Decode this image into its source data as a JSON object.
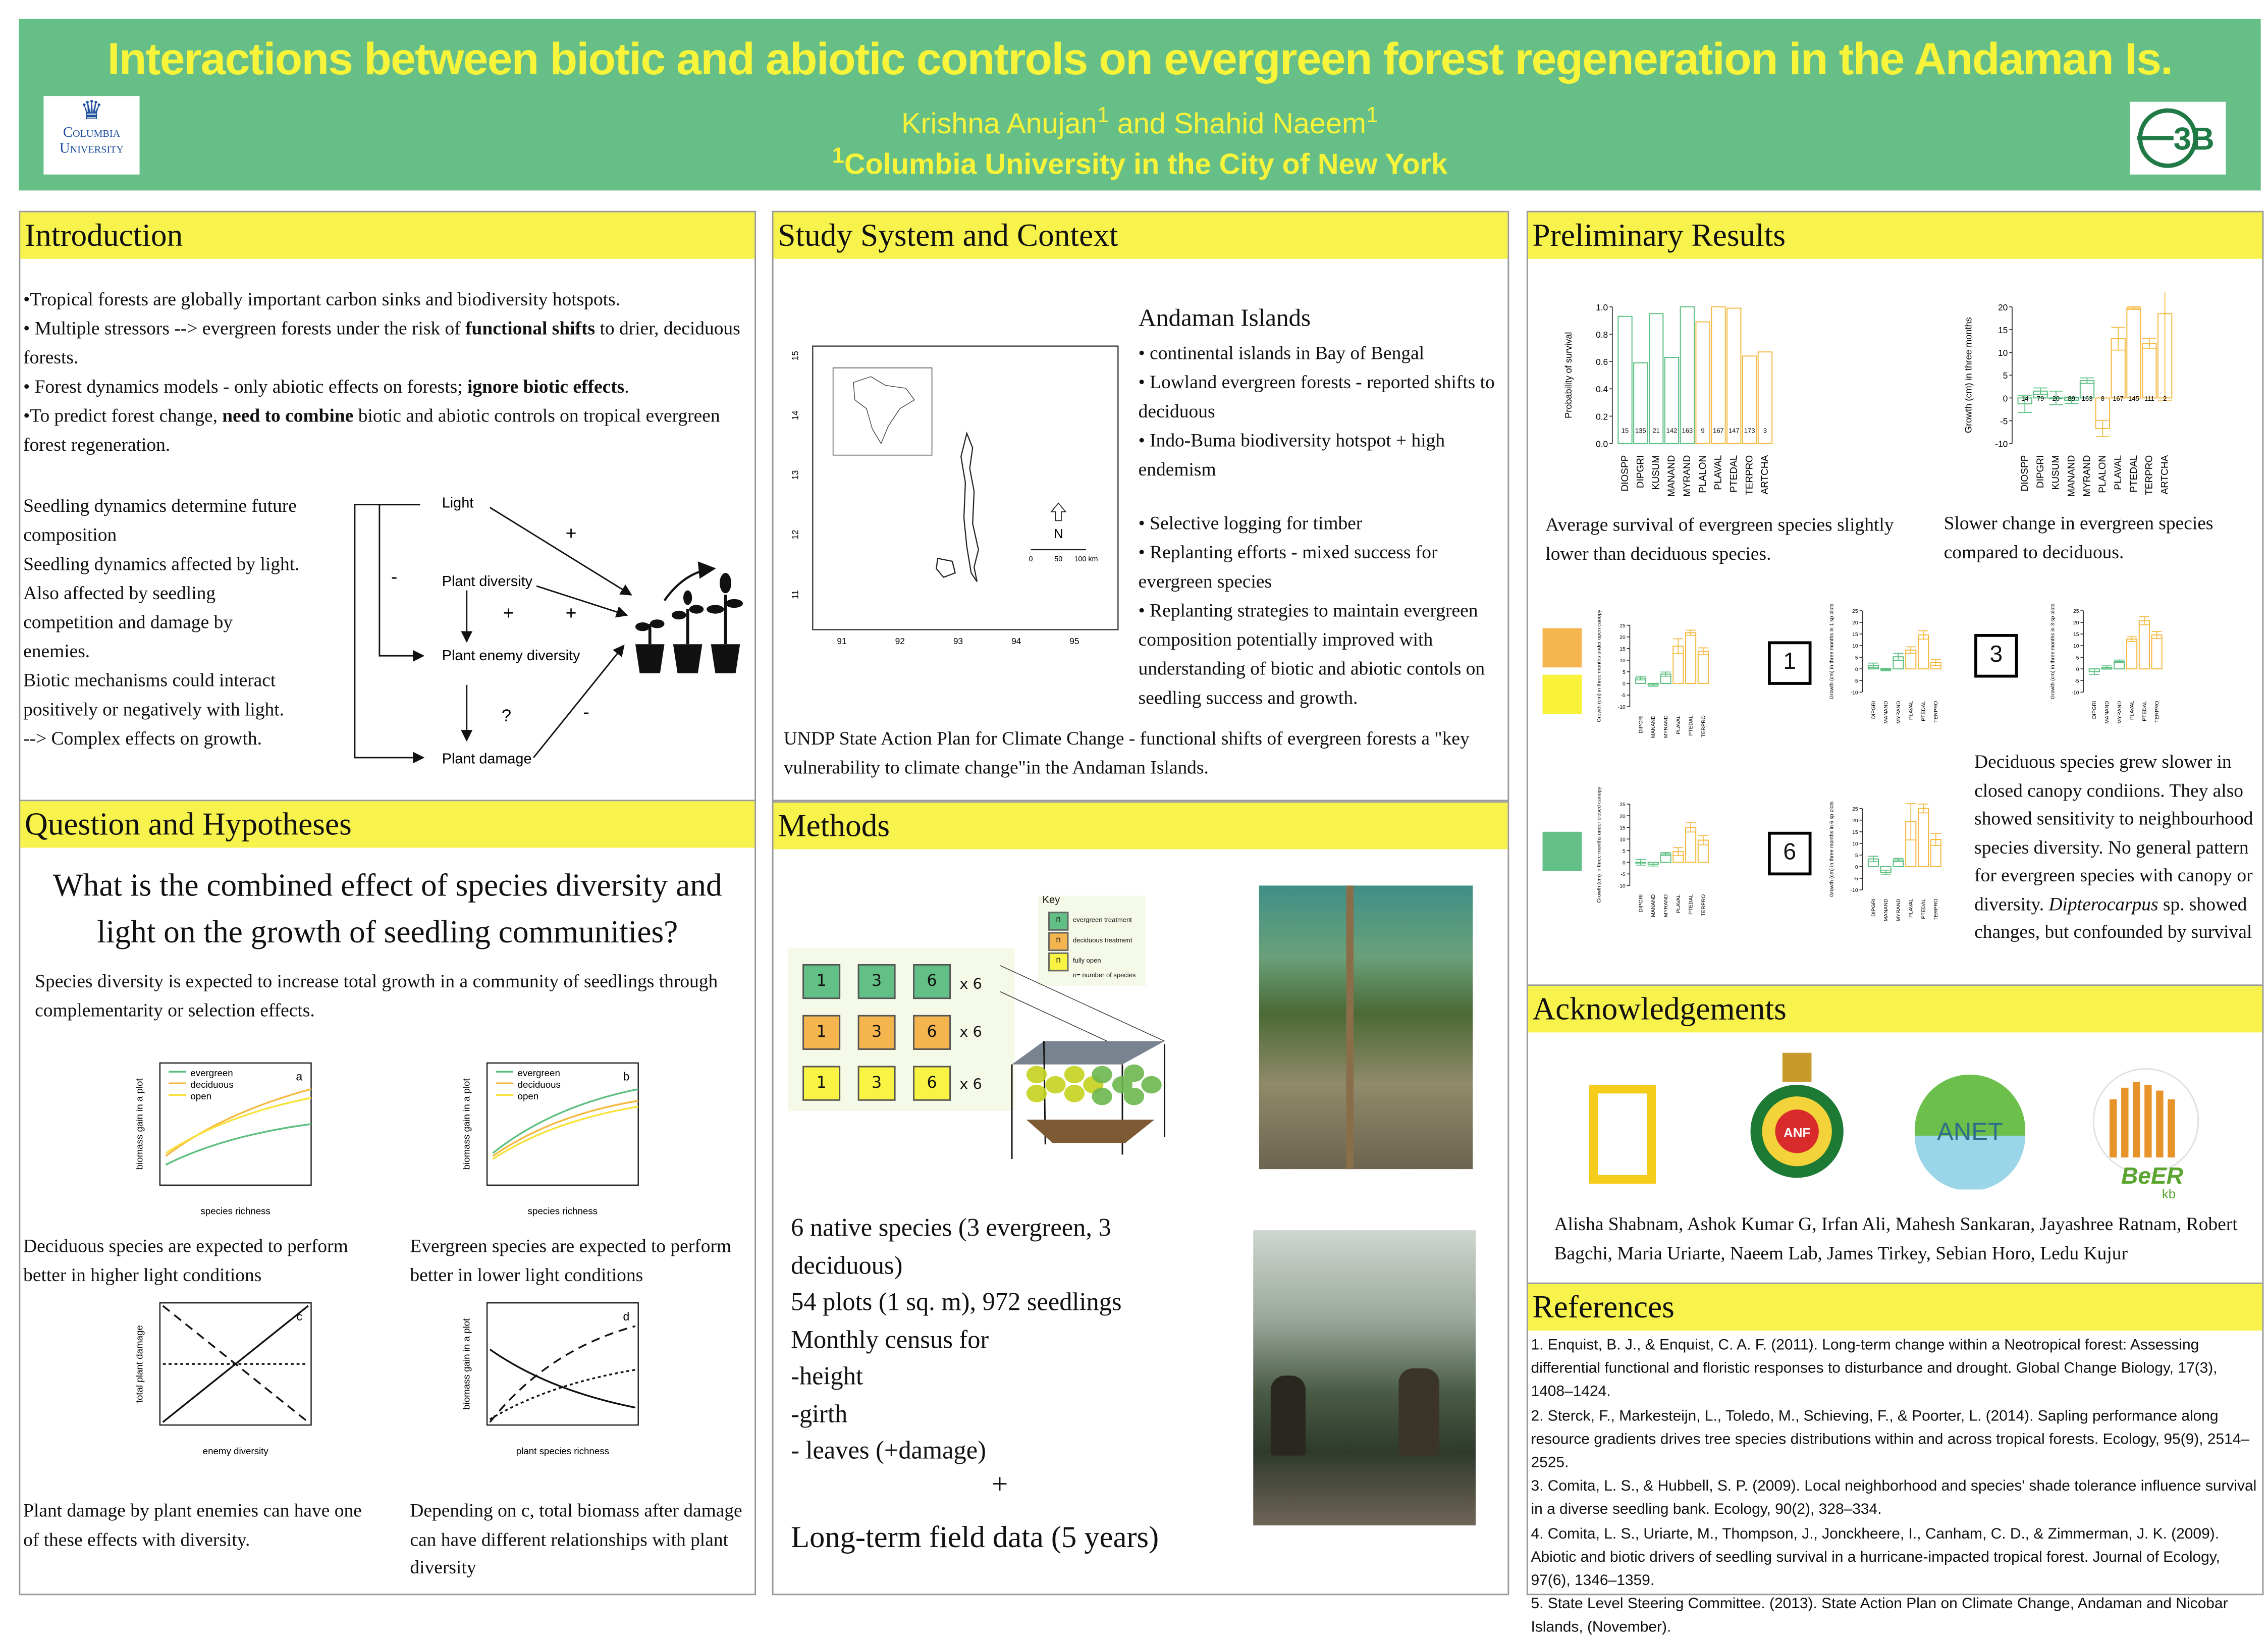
{
  "header": {
    "title": "Interactions between biotic and abiotic controls on evergreen forest regeneration in the Andaman Is.",
    "author1": "Krishna Anujan",
    "author_and": " and Shahid Naeem",
    "sup": "1",
    "affiliation": "Columbia University in the City of New York",
    "logo_left_line1": "Columbia",
    "logo_left_line2": "University",
    "logo_right": "3B"
  },
  "intro": {
    "heading": "Introduction",
    "bullets": [
      {
        "pre": "•Tropical forests are globally important carbon sinks and biodiversity hotspots.",
        "bold": "",
        "post": ""
      },
      {
        "pre": "•  Multiple stressors --> evergreen forests under the risk of ",
        "bold": "functional shifts",
        "post": " to drier, deciduous forests."
      },
      {
        "pre": "• Forest dynamics models - only abiotic effects on forests; ",
        "bold": "ignore biotic effects",
        "post": "."
      },
      {
        "pre": "•To predict forest change, ",
        "bold": "need to combine",
        "post": " biotic and abiotic controls on tropical evergreen forest regeneration."
      }
    ],
    "left_text": "Seedling dynamics determine future composition\nSeedling dynamics affected by light.\nAlso affected by seedling competition and damage by enemies.\nBiotic mechanisms could interact positively or negatively with light.\n--> Complex effects on growth.",
    "diagram": {
      "light": "Light",
      "plant_diversity": "Plant diversity",
      "plant_enemy_diversity": "Plant enemy diversity",
      "plant_damage": "Plant damage",
      "plus": "+",
      "minus": "-",
      "question": "?"
    }
  },
  "question": {
    "heading": "Question and Hypotheses",
    "main": "What is the combined effect of species diversity and light on the growth of seedling communities?",
    "sub": "Species diversity  is expected to increase total growth in a community of seedlings through complementarity or selection effects.",
    "legend": [
      "evergreen",
      "deciduous",
      "open"
    ],
    "plots": [
      {
        "letter": "a",
        "ylabel": "biomass gain in a plot",
        "xlabel": "species richness",
        "caption": "Deciduous species are expected to perform better in higher light conditions"
      },
      {
        "letter": "b",
        "ylabel": "biomass gain in a plot",
        "xlabel": "species richness",
        "caption": "Evergreen species are expected to perform better in lower light conditions"
      },
      {
        "letter": "c",
        "ylabel": "total plant damage",
        "xlabel": "enemy diversity",
        "caption": "Plant damage by plant enemies can have one of these effects with diversity."
      },
      {
        "letter": "d",
        "ylabel": "biomass gain in a plot",
        "xlabel": "plant species richness",
        "caption": "Depending on c, total biomass after damage can have different relationships with plant diversity"
      }
    ]
  },
  "study": {
    "heading": "Study System and Context",
    "subheading": "Andaman Islands",
    "bullets": [
      "• continental islands in Bay of Bengal",
      "• Lowland evergreen forests - reported shifts to deciduous",
      "• Indo-Buma biodiversity hotspot + high endemism",
      "• Selective logging for timber",
      "• Replanting efforts - mixed success for evergreen species",
      "• Replanting strategies to maintain evergreen composition potentially improved with understanding of biotic and abiotic contols on seedling success and growth."
    ],
    "undp": "UNDP State Action Plan for Climate Change - functional shifts of evergreen forests a \"key vulnerability to climate change\"in the Andaman Islands.",
    "map": {
      "lat_ticks": [
        "15",
        "14",
        "13",
        "12",
        "11"
      ],
      "lon_ticks": [
        "91",
        "92",
        "93",
        "94",
        "95"
      ],
      "north": "N",
      "scale": [
        "0",
        "50",
        "100 km"
      ]
    }
  },
  "methods": {
    "heading": "Methods",
    "key": {
      "title": "Key",
      "n": "n",
      "items": [
        "evergreen treatment",
        "deciduous treatment",
        "fully open"
      ],
      "note": "n= number of species"
    },
    "grid": [
      [
        "1",
        "3",
        "6"
      ],
      [
        "1",
        "3",
        "6"
      ],
      [
        "1",
        "3",
        "6"
      ]
    ],
    "times": "x 6",
    "text": [
      "6 native species (3 evergreen, 3 deciduous)",
      "54 plots (1 sq. m), 972 seedlings",
      "Monthly census for",
      "-height",
      "-girth",
      "- leaves (+damage)"
    ],
    "plus": "+",
    "longterm": "Long-term field data (5 years)"
  },
  "results": {
    "heading": "Preliminary Results",
    "cap1": "Average survival of evergreen species slightly lower than deciduous species.",
    "cap2": "Slower change in evergreen species compared to deciduous.",
    "labels": [
      "1",
      "3",
      "6"
    ],
    "cap3": "Deciduous species grew slower in closed canopy condiions. They also showed sensitivity to neighbourhood species diversity. No general pattern for evergreen species with canopy or diversity.",
    "cap3_italic": "Dipterocarpus",
    "cap3_end": " sp. showed changes, but confounded by survival"
  },
  "ack": {
    "heading": "Acknowledgements",
    "names": "Alisha Shabnam, Ashok Kumar G, Irfan Ali, Mahesh Sankaran, Jayashree Ratnam, Robert Bagchi, Maria Uriarte, Naeem Lab, James Tirkey, Sebian Horo, Ledu Kujur",
    "logo_anf": "ANF",
    "logo_anet": "ANET",
    "logo_beer": "BeER",
    "logo_beer_sub": "kb"
  },
  "refs": {
    "heading": "References",
    "items": [
      "1. Enquist, B. J., & Enquist, C. A. F. (2011). Long-term change within a Neotropical forest: Assessing differential functional and floristic responses to disturbance and drought. Global Change Biology, 17(3), 1408–1424.",
      "2. Sterck, F., Markesteijn, L., Toledo, M., Schieving, F., & Poorter, L. (2014). Sapling performance along resource gradients drives tree species distributions within and across tropical forests. Ecology, 95(9), 2514–2525.",
      "3. Comita, L. S., & Hubbell, S. P. (2009). Local neighborhood and species' shade tolerance influence survival in a diverse seedling bank. Ecology, 90(2), 328–334.",
      "4. Comita, L. S., Uriarte, M., Thompson, J., Jonckheere, I., Canham, C. D., & Zimmerman, J. K. (2009). Abiotic and biotic drivers of seedling survival in a hurricane-impacted tropical forest. Journal of Ecology, 97(6), 1346–1359.",
      "5. State Level Steering Committee. (2013). State Action Plan on Climate Change, Andaman and Nicobar Islands, (November)."
    ]
  },
  "colors": {
    "evergreen": "#5cbf80",
    "deciduous": "#f5b942",
    "open": "#f8f23a",
    "header": "#66bf86",
    "title": "#f7f43a",
    "section": "#f8f34c"
  },
  "chart_data": [
    {
      "type": "bar",
      "title": "",
      "ylabel": "Probability of survival",
      "categories": [
        "DIOSPP",
        "DIPGRI",
        "KUSUM",
        "MANAND",
        "MYRAND",
        "PLALON",
        "PLAVAL",
        "PTEDAL",
        "TERPRO",
        "ARTCHA"
      ],
      "groups": [
        "e",
        "e",
        "e",
        "e",
        "e",
        "d",
        "d",
        "d",
        "d",
        "d"
      ],
      "values": [
        0.93,
        0.59,
        0.95,
        0.63,
        1.0,
        0.89,
        1.0,
        0.99,
        0.64,
        0.67
      ],
      "n": [
        "15",
        "135",
        "21",
        "142",
        "163",
        "9",
        "167",
        "147",
        "173",
        "3"
      ],
      "ylim": [
        0,
        1
      ],
      "yticks": [
        "0.0",
        "0.2",
        "0.4",
        "0.6",
        "0.8",
        "1.0"
      ],
      "nlabel_at": 0.1
    },
    {
      "type": "bar",
      "ylabel": "Growth (cm) in three months",
      "categories": [
        "DIOSPP",
        "DIPGRI",
        "KUSUM",
        "MANAND",
        "MYRAND",
        "PLALON",
        "PLAVAL",
        "PTEDAL",
        "TERPRO",
        "ARTCHA"
      ],
      "groups": [
        "e",
        "e",
        "e",
        "e",
        "e",
        "d",
        "d",
        "d",
        "d",
        "d"
      ],
      "values": [
        -1.3,
        1.5,
        0,
        -0.5,
        3.8,
        -6.7,
        13,
        19.7,
        12,
        18.5
      ],
      "err": [
        1.9,
        0.7,
        1.5,
        0.7,
        0.6,
        1.8,
        2.5,
        0.3,
        1.1,
        19
      ],
      "n": [
        "14",
        "79",
        "20",
        "89",
        "163",
        "8",
        "167",
        "145",
        "111",
        "2"
      ],
      "ylim": [
        -10,
        20
      ],
      "yticks": [
        "-10",
        "-5",
        "0",
        "5",
        "10",
        "15",
        "20"
      ],
      "nlabel_at": 0
    },
    {
      "type": "bar",
      "ylabel": "Growth (cm) in three months under open canopy",
      "categories": [
        "DIPGRI",
        "MANAND",
        "MYRAND",
        "PLAVAL",
        "PTEDAL",
        "TERPRO"
      ],
      "groups": [
        "e",
        "e",
        "e",
        "d",
        "d",
        "d"
      ],
      "values": [
        2.3,
        -0.6,
        4,
        16,
        21.8,
        13.8
      ],
      "err": [
        0.8,
        0.6,
        0.9,
        3.2,
        1.1,
        1.5
      ],
      "ylim": [
        -10,
        25
      ],
      "yticks": [
        "-10",
        "-5",
        "0",
        "5",
        "10",
        "15",
        "20",
        "25"
      ]
    },
    {
      "type": "bar",
      "ylabel": "Growth (cm) in three months in 1 sp plots",
      "categories": [
        "DIPGRI",
        "MANAND",
        "MYRAND",
        "PLAVAL",
        "PTEDAL",
        "TERPRO"
      ],
      "groups": [
        "e",
        "e",
        "e",
        "d",
        "d",
        "d"
      ],
      "values": [
        1.5,
        -0.3,
        5.2,
        8.1,
        14.6,
        2.8
      ],
      "err": [
        1,
        0.5,
        1.5,
        1.4,
        1.8,
        1.3
      ],
      "ylim": [
        -10,
        25
      ],
      "yticks": [
        "-10",
        "-5",
        "0",
        "5",
        "10",
        "15",
        "20",
        "25"
      ]
    },
    {
      "type": "bar",
      "ylabel": "Growth (cm) in three months in 3 sp plots",
      "categories": [
        "DIPGRI",
        "MANAND",
        "MYRAND",
        "PLAVAL",
        "PTEDAL",
        "TERPRO"
      ],
      "groups": [
        "e",
        "e",
        "e",
        "d",
        "d",
        "d"
      ],
      "values": [
        -1.2,
        0.6,
        3.3,
        12.8,
        20.7,
        14.6
      ],
      "err": [
        1.2,
        0.7,
        0.5,
        1,
        1.7,
        1.5
      ],
      "ylim": [
        -10,
        25
      ],
      "yticks": [
        "-10",
        "-5",
        "0",
        "5",
        "10",
        "15",
        "20",
        "25"
      ]
    },
    {
      "type": "bar",
      "ylabel": "Growth (cm) in three months under closed canopy",
      "categories": [
        "DIPGRI",
        "MANAND",
        "MYRAND",
        "PLAVAL",
        "PTEDAL",
        "TERPRO"
      ],
      "groups": [
        "e",
        "e",
        "e",
        "d",
        "d",
        "d"
      ],
      "values": [
        0,
        -0.8,
        3.6,
        4.6,
        15,
        9.5
      ],
      "err": [
        1.2,
        0.8,
        0.6,
        1.7,
        2,
        2
      ],
      "ylim": [
        -10,
        25
      ],
      "yticks": [
        "-10",
        "-5",
        "0",
        "5",
        "10",
        "15",
        "20",
        "25"
      ]
    },
    {
      "type": "bar",
      "ylabel": "Growth (cm) in three months in 6 sp plots",
      "categories": [
        "DIPGRI",
        "MANAND",
        "MYRAND",
        "PLAVAL",
        "PTEDAL",
        "TERPRO"
      ],
      "groups": [
        "e",
        "e",
        "e",
        "d",
        "d",
        "d"
      ],
      "values": [
        3.3,
        -2.5,
        2.9,
        19.3,
        25,
        11.7
      ],
      "err": [
        1.2,
        1,
        0.7,
        7.8,
        1.9,
        2.6
      ],
      "ylim": [
        -10,
        25
      ],
      "yticks": [
        "-10",
        "-5",
        "0",
        "5",
        "10",
        "15",
        "20",
        "25"
      ]
    }
  ]
}
